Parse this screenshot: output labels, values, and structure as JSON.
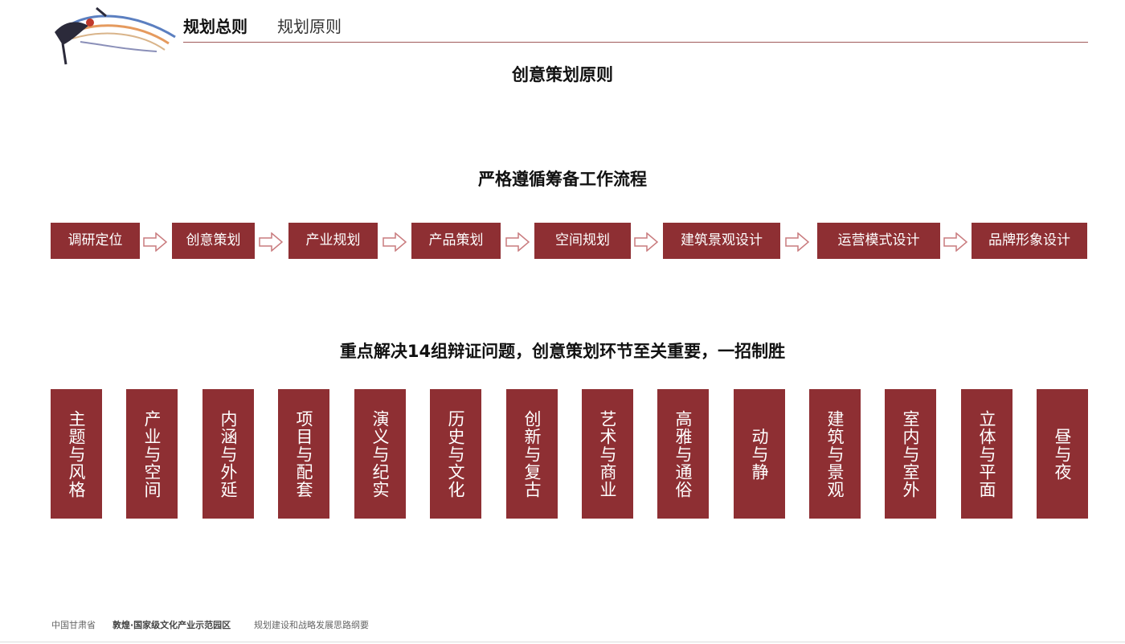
{
  "header": {
    "section": "规划总则",
    "subsection": "规划原则"
  },
  "titles": {
    "main": "创意策划原则",
    "process": "严格遵循筹备工作流程",
    "pairs": "重点解决14组辩证问题，创意策划环节至关重要，一招制胜"
  },
  "flow_steps": [
    "调研定位",
    "创意策划",
    "产业规划",
    "产品策划",
    "空间规划",
    "建筑景观设计",
    "运营模式设计",
    "品牌形象设计"
  ],
  "pairs": [
    "主题与风格",
    "产业与空间",
    "内涵与外延",
    "项目与配套",
    "演义与纪实",
    "历史与文化",
    "创新与复古",
    "艺术与商业",
    "高雅与通俗",
    "动与静",
    "建筑与景观",
    "室内与室外",
    "立体与平面",
    "昼与夜"
  ],
  "footer": {
    "region": "中国甘肃省",
    "zone": "敦煌·国家级文化产业示范园区",
    "doc": "规划建设和战略发展思路纲要"
  },
  "colors": {
    "box": "#8e2f33",
    "arrow_stroke": "#c97b7e",
    "rule": "#a05a5a"
  },
  "icons": {
    "logo": "flying-apsaras-logo",
    "flow_arrow": "outline-right-arrow-icon"
  }
}
